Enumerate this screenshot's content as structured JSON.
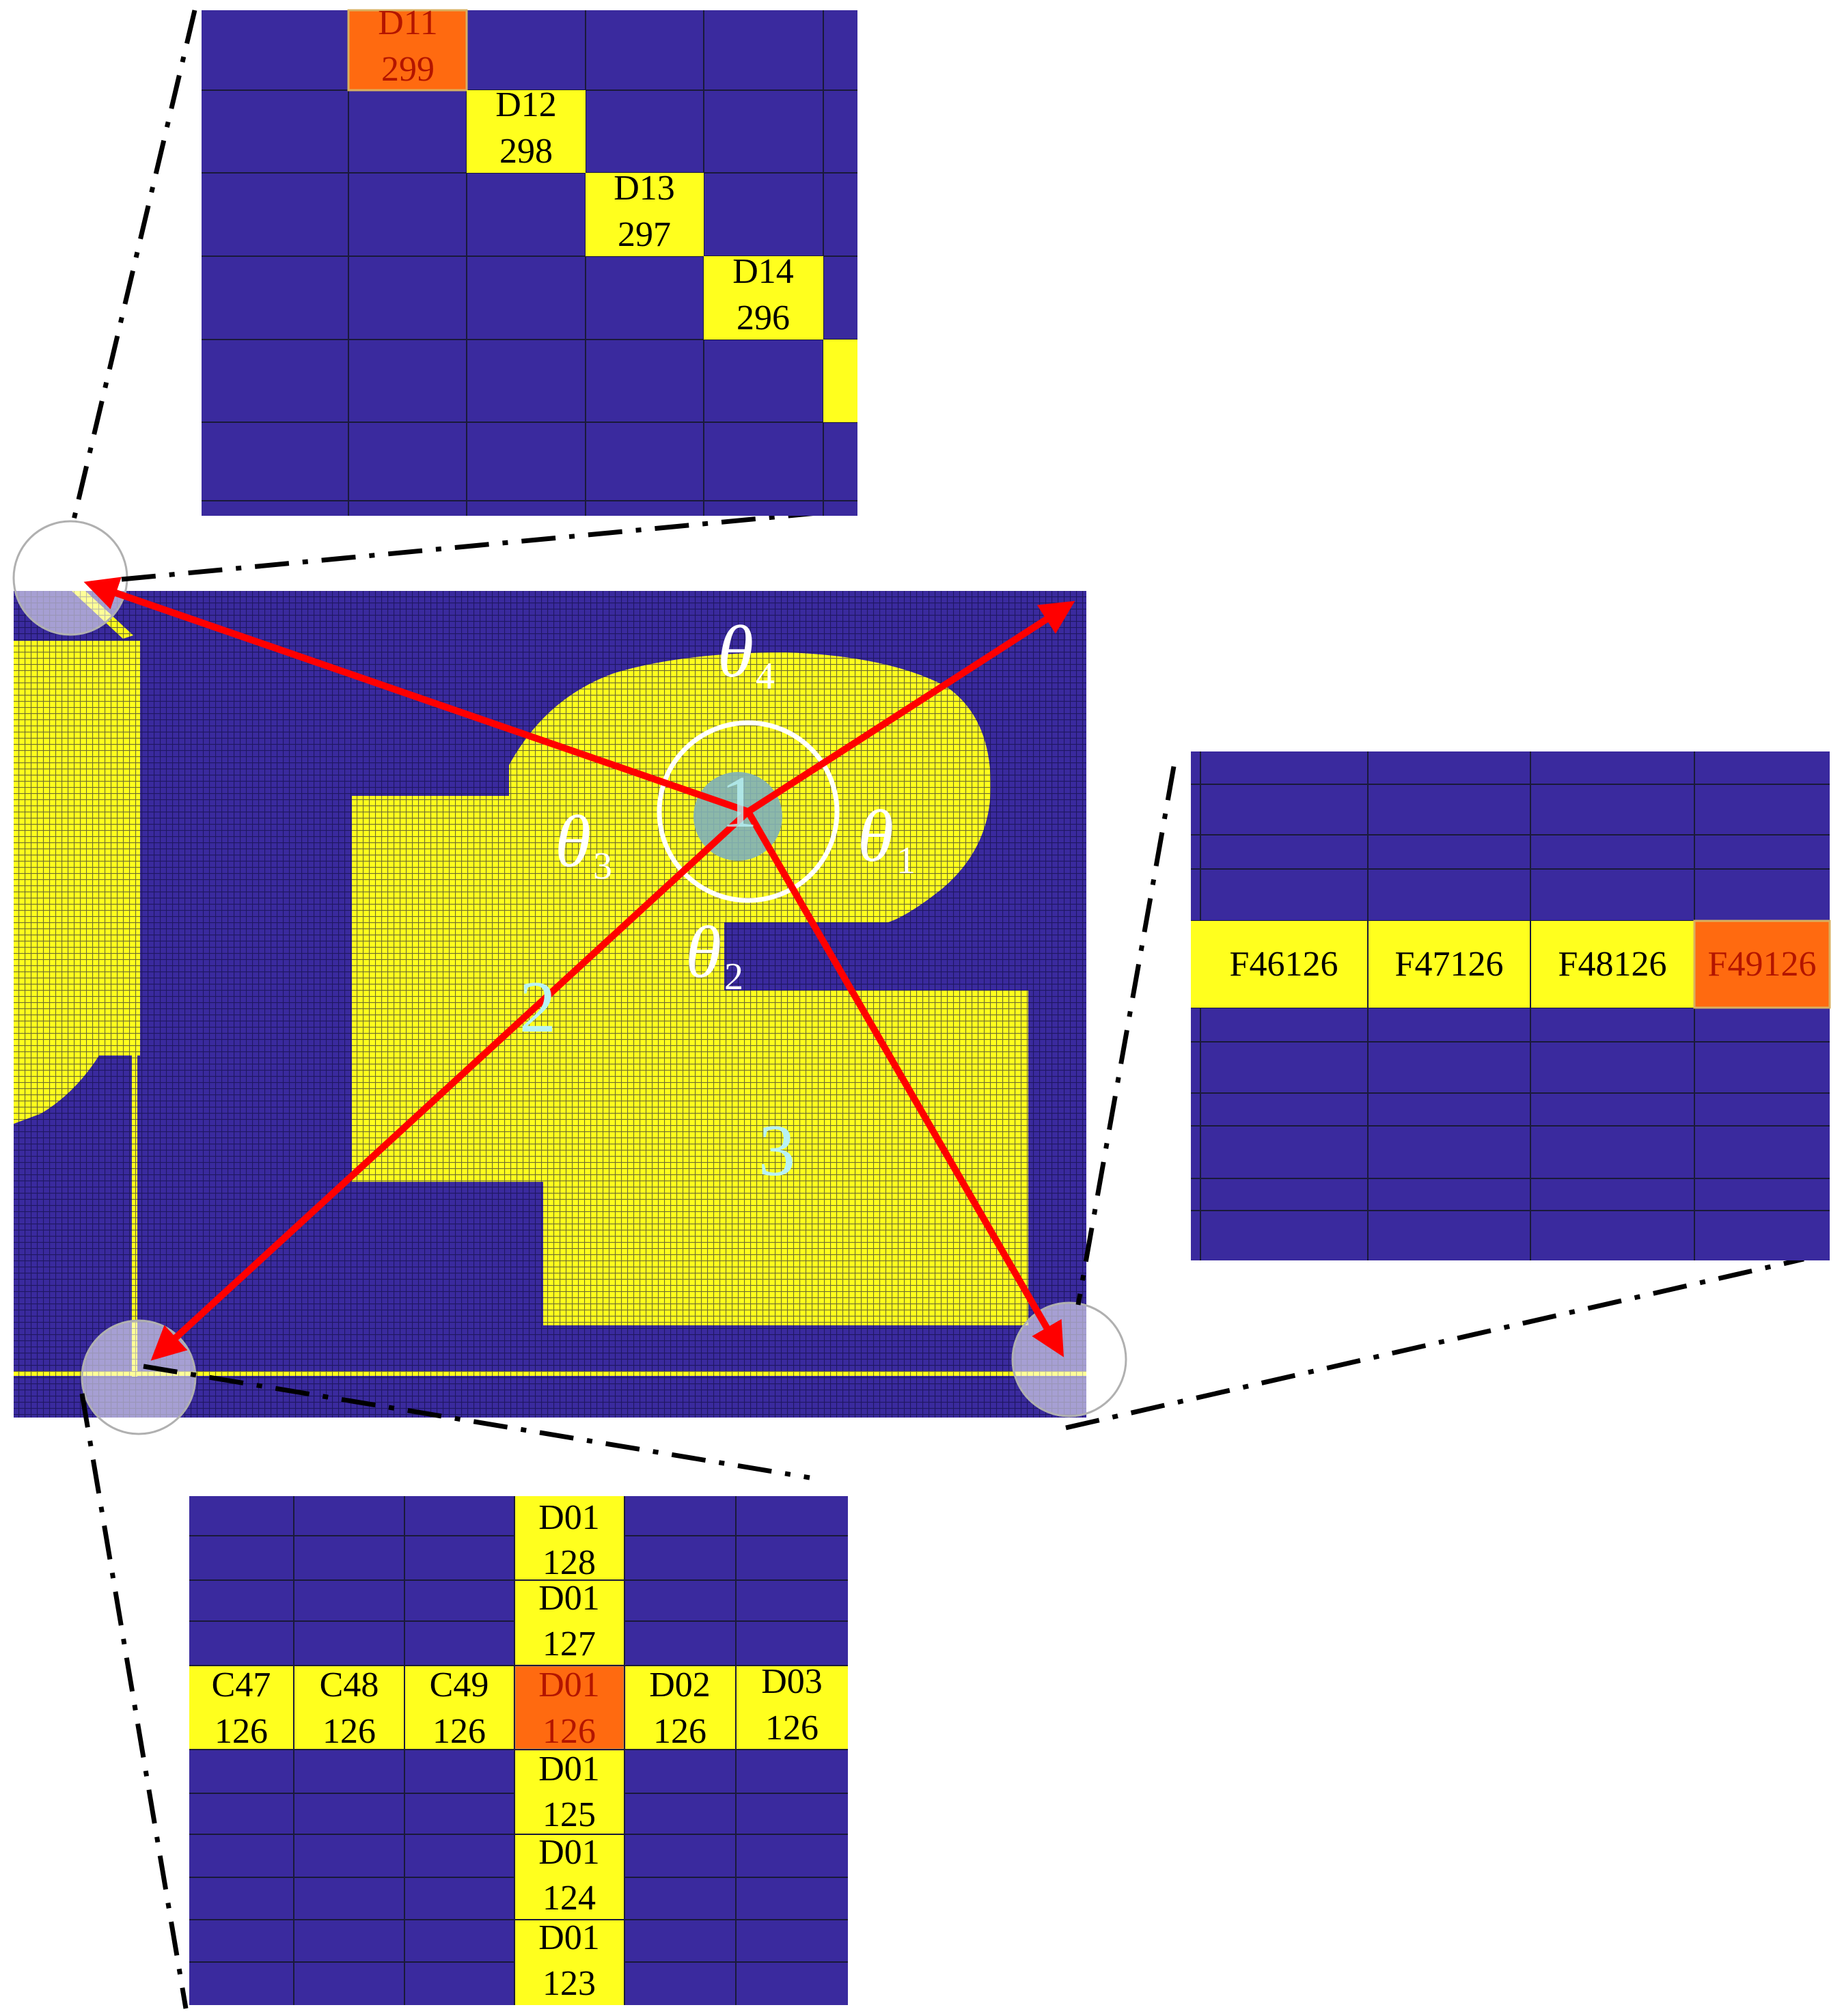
{
  "colors": {
    "background_cell": "#3a2a9e",
    "path_cell": "#ffff1e",
    "highlight_cell": "#ff6a10",
    "arrow": "#ff0000",
    "grid_line": "#1a1a3a",
    "label_white": "#ffffff",
    "region_label": "#b8f2f6"
  },
  "angles": [
    {
      "symbol": "θ",
      "sub": "1"
    },
    {
      "symbol": "θ",
      "sub": "2"
    },
    {
      "symbol": "θ",
      "sub": "3"
    },
    {
      "symbol": "θ",
      "sub": "4"
    }
  ],
  "regions": [
    "1",
    "2",
    "3"
  ],
  "inset_top": {
    "cells": [
      {
        "id": "D11",
        "num": "299",
        "highlight": true
      },
      {
        "id": "D12",
        "num": "298",
        "highlight": false
      },
      {
        "id": "D13",
        "num": "297",
        "highlight": false
      },
      {
        "id": "D14",
        "num": "296",
        "highlight": false
      }
    ]
  },
  "inset_right": {
    "cells": [
      {
        "label": "F46126",
        "highlight": false
      },
      {
        "label": "F47126",
        "highlight": false
      },
      {
        "label": "F48126",
        "highlight": false
      },
      {
        "label": "F49126",
        "highlight": true
      }
    ]
  },
  "inset_bottom": {
    "column": [
      {
        "id": "D01",
        "num": "128"
      },
      {
        "id": "D01",
        "num": "127"
      },
      {
        "id": "D01",
        "num": "125"
      },
      {
        "id": "D01",
        "num": "124"
      },
      {
        "id": "D01",
        "num": "123"
      }
    ],
    "row": [
      {
        "id": "C47",
        "num": "126",
        "highlight": false
      },
      {
        "id": "C48",
        "num": "126",
        "highlight": false
      },
      {
        "id": "C49",
        "num": "126",
        "highlight": false
      },
      {
        "id": "D01",
        "num": "126",
        "highlight": true
      },
      {
        "id": "D02",
        "num": "126",
        "highlight": false
      },
      {
        "id": "D03",
        "num": "126",
        "highlight": false
      }
    ]
  }
}
